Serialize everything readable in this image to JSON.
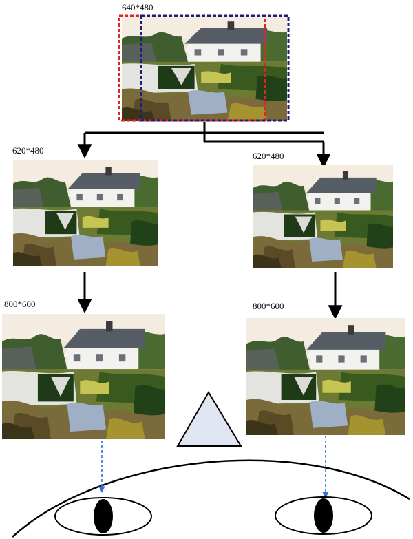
{
  "labels": {
    "original_size": "640*480",
    "left_cropped_size": "620*480",
    "right_cropped_size": "620*480",
    "left_scaled_size": "800*600",
    "right_scaled_size": "800*600"
  },
  "colors": {
    "left_crop_frame": "#e8221f",
    "right_crop_frame": "#1a1f7a",
    "arrow": "#000000",
    "view_arrow": "#3a6fd8",
    "nose": "#dfe6f2",
    "outline": "#000000"
  },
  "icons": {
    "painting": "cottage-landscape-thumbnail",
    "nose": "triangle-nose",
    "eye": "eye-icon"
  }
}
